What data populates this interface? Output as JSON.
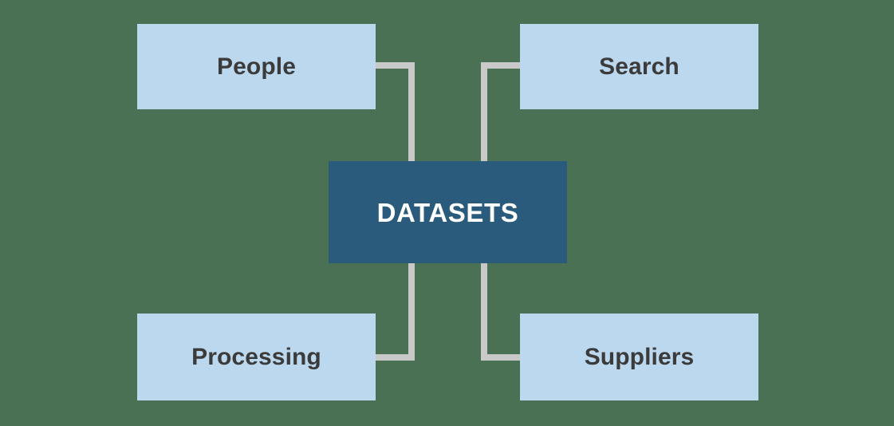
{
  "diagram": {
    "title": "DATASETS hub and spoke diagram",
    "background_color": "#4a7153",
    "connector_color": "#c9c9c9",
    "center": {
      "id": "datasets",
      "label": "DATASETS",
      "fill_color": "#2a5a7c",
      "text_color": "#ffffff"
    },
    "leaf_fill_color": "#bcd8ee",
    "leaf_text_color": "#3b3b3b",
    "nodes": [
      {
        "id": "people",
        "label": "People",
        "position": "top-left"
      },
      {
        "id": "search",
        "label": "Search",
        "position": "top-right"
      },
      {
        "id": "processing",
        "label": "Processing",
        "position": "bottom-left"
      },
      {
        "id": "suppliers",
        "label": "Suppliers",
        "position": "bottom-right"
      }
    ],
    "connectors": [
      {
        "id": "people-to-datasets",
        "from": "people",
        "to": "datasets"
      },
      {
        "id": "search-to-datasets",
        "from": "search",
        "to": "datasets"
      },
      {
        "id": "processing-to-datasets",
        "from": "processing",
        "to": "datasets"
      },
      {
        "id": "suppliers-to-datasets",
        "from": "suppliers",
        "to": "datasets"
      }
    ]
  }
}
